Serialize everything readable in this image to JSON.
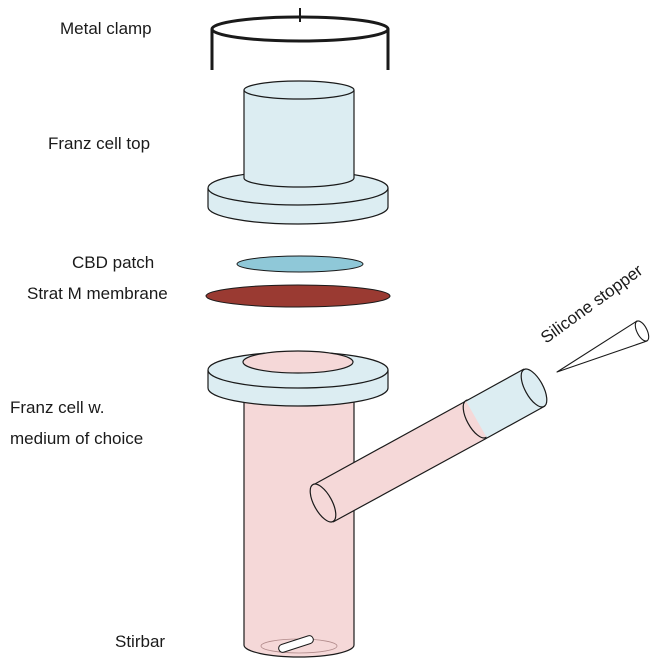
{
  "labels": {
    "metal_clamp": "Metal clamp",
    "franz_cell_top": "Franz cell top",
    "cbd_patch": "CBD patch",
    "strat_m_membrane": "Strat M membrane",
    "franz_cell_line1": "Franz cell w.",
    "franz_cell_line2": "medium of choice",
    "stirbar": "Stirbar",
    "silicone_stopper": "Silicone stopper"
  },
  "colors": {
    "glass": "#dcedf2",
    "medium": "#f5d8d8",
    "cbd_patch": "#8fc8d8",
    "membrane": "#9a3a32",
    "stroke": "#1a1a1a"
  }
}
